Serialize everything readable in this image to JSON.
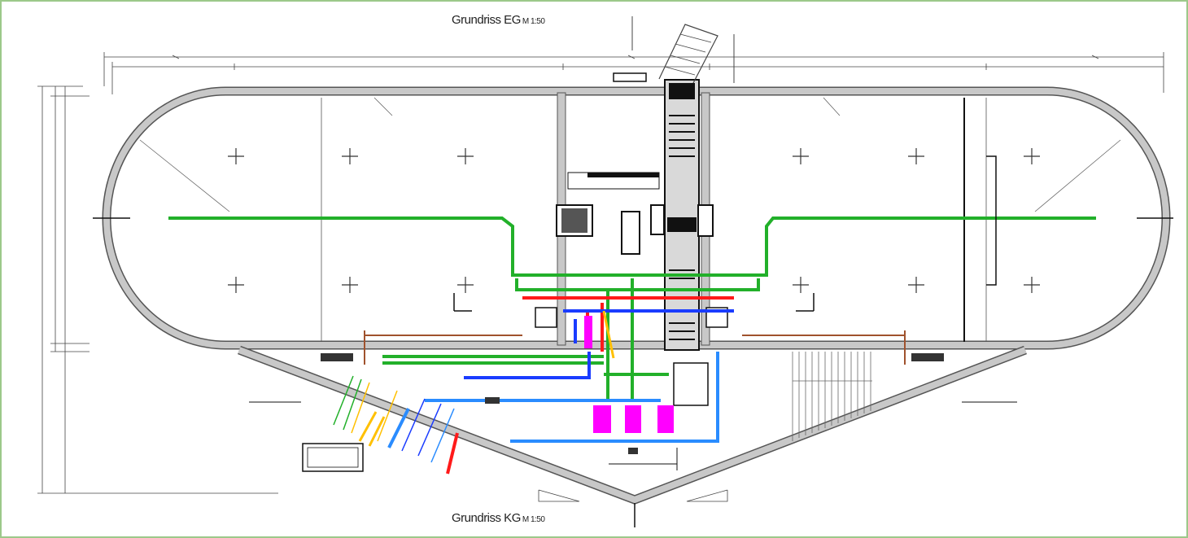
{
  "drawing": {
    "top_title": {
      "main": "Grundriss EG",
      "scale": "M 1:50"
    },
    "bottom_title": {
      "main": "Grundriss KG",
      "scale": "M 1:50"
    }
  },
  "colors": {
    "frame": "#9cc98a",
    "wall": "#c8c8c8",
    "wall_outline": "#555555",
    "green_pipe": "#22b02a",
    "red_pipe": "#ff1a1a",
    "blue_pipe": "#1a3cff",
    "light_blue_pipe": "#2a8cff",
    "magenta_pipe": "#ff00ff",
    "yellow_pipe": "#ffc000",
    "brown_pipe": "#a0522d"
  }
}
